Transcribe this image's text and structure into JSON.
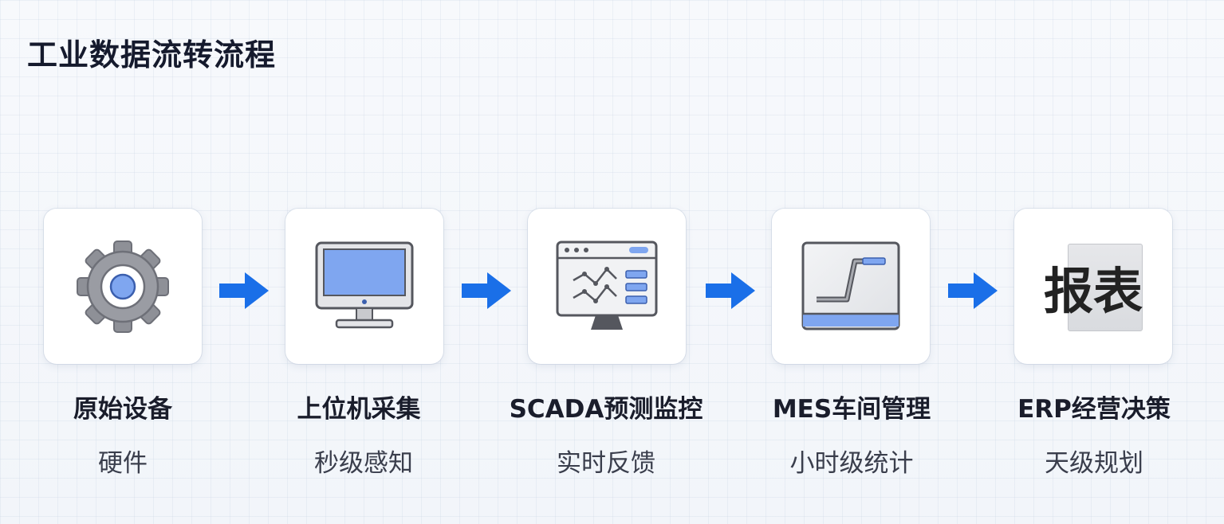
{
  "title": "工业数据流转流程",
  "steps": [
    {
      "label": "原始设备",
      "sublabel": "硬件",
      "icon": "gear-icon"
    },
    {
      "label": "上位机采集",
      "sublabel": "秒级感知",
      "icon": "monitor-icon"
    },
    {
      "label": "SCADA预测监控",
      "sublabel": "实时反馈",
      "icon": "dashboard-monitor-icon"
    },
    {
      "label": "MES车间管理",
      "sublabel": "小时级统计",
      "icon": "step-chart-icon"
    },
    {
      "label": "ERP经营决策",
      "sublabel": "天级规划",
      "icon": "report-icon",
      "icon_text": "报表"
    }
  ],
  "colors": {
    "accent_blue": "#1a6fe8",
    "icon_gray": "#9a9ca3",
    "icon_fill_blue": "#7fa6f0"
  }
}
